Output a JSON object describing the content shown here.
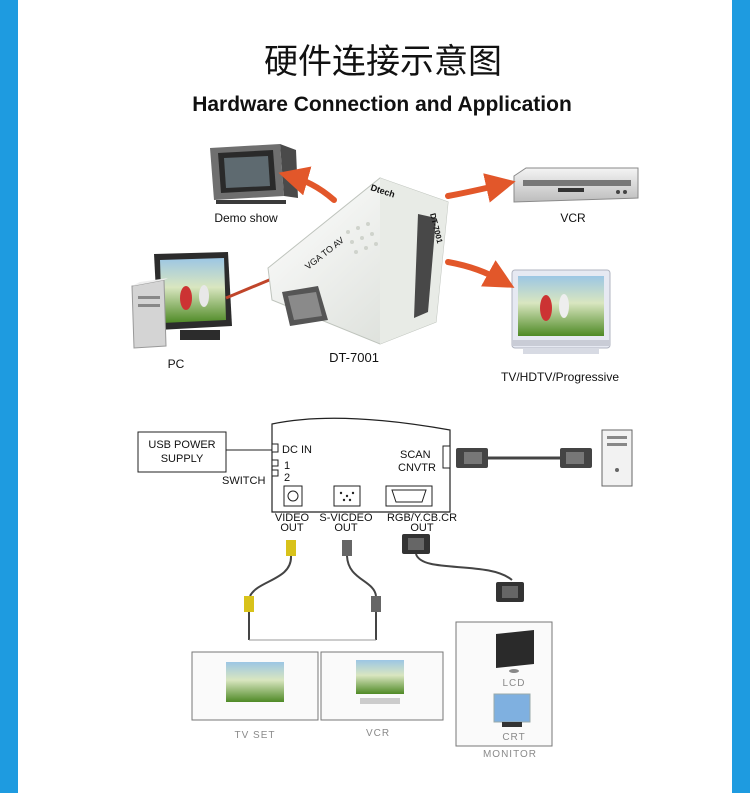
{
  "title_cn": "硬件连接示意图",
  "title_en": "Hardware Connection and Application",
  "device": {
    "brand": "Dtech",
    "side_label": "DT-7001",
    "top_label": "VGA TO AV",
    "model": "DT-7001"
  },
  "top_labels": {
    "demo": "Demo show",
    "vcr": "VCR",
    "pc": "PC",
    "tv": "TV/HDTV/Progressive"
  },
  "diagram": {
    "usb_power_line1": "USB POWER",
    "usb_power_line2": "SUPPLY",
    "dc_in": "DC IN",
    "switch_1": "1",
    "switch_2": "2",
    "switch": "SWITCH",
    "scan_line1": "SCAN",
    "scan_line2": "CNVTR",
    "video_out_line1": "VIDEO",
    "video_out_line2": "OUT",
    "svideo_out_line1": "S-VICDEO",
    "svideo_out_line2": "OUT",
    "rgb_out_line1": "RGB/Y.CB.CR",
    "rgb_out_line2": "OUT",
    "lcd": "LCD",
    "crt": "CRT",
    "tv_set": "TV SET",
    "vcr": "VCR",
    "monitor": "MONITOR"
  },
  "colors": {
    "border": "#1e9be0",
    "arrow": "#e2572a",
    "device": "#eef0ec",
    "grass": "#5a8a2a",
    "sky": "#8fbfe0"
  }
}
